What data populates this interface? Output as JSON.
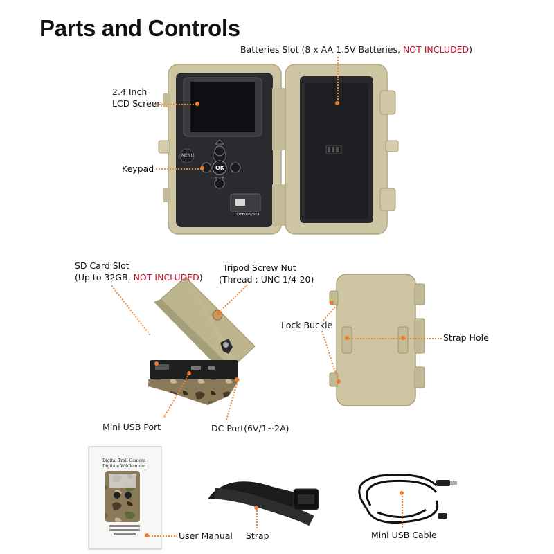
{
  "title": "Parts and Controls",
  "labels": {
    "batteries": {
      "main": "Batteries Slot  (8 x AA 1.5V Batteries, ",
      "red": "NOT INCLUDED",
      "end": ")"
    },
    "lcd_line1": "2.4 Inch",
    "lcd_line2": "LCD Screen",
    "keypad": "Keypad",
    "sd_line1": "SD Card Slot",
    "sd_line2_main": "(Up to 32GB, ",
    "sd_line2_red": "NOT INCLUDED",
    "sd_line2_end": ")",
    "tripod_line1": "Tripod Screw Nut",
    "tripod_line2": "(Thread : UNC 1/4-20)",
    "lock_buckle": "Lock Buckle",
    "strap_hole": "Strap Hole",
    "mini_usb_port": "Mini USB Port",
    "dc_port": "DC Port(6V/1~2A)",
    "user_manual": "User Manual",
    "strap": "Strap",
    "mini_usb_cable": "Mini USB Cable"
  },
  "device": {
    "menu_key": "MENU",
    "ok_key": "OK",
    "switch_label": "OFF/ON/SET"
  },
  "manual_cover": {
    "line1": "Digital Trail Camera",
    "line2": "Digitale Wildkamera"
  },
  "colors": {
    "leader": "#f08a3c",
    "not_included": "#c8102e",
    "housing": "#cfc7a6",
    "panel": "#2a2b2e"
  }
}
